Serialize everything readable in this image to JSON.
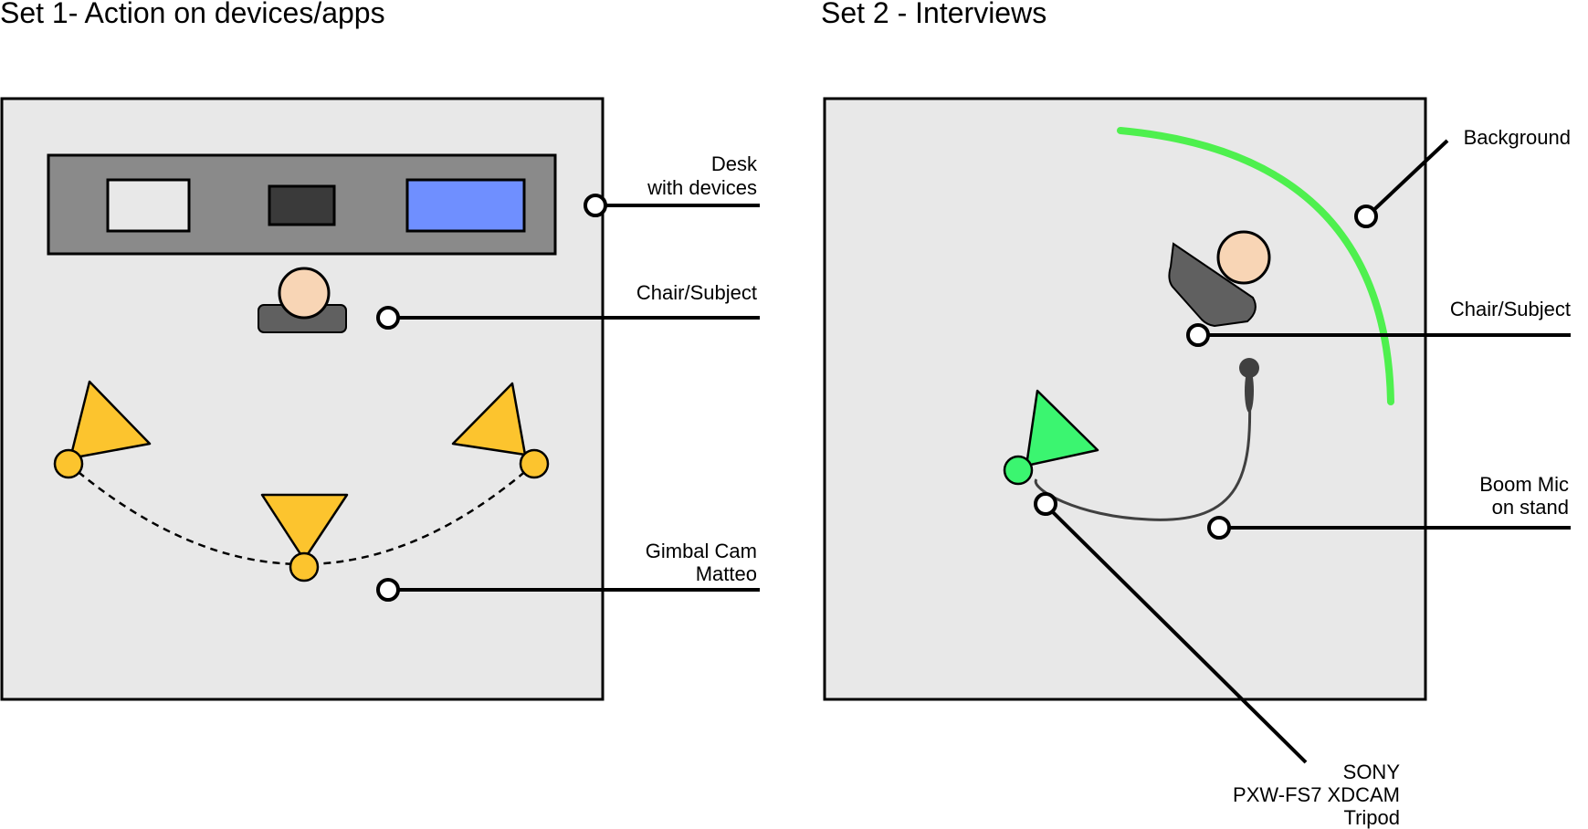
{
  "set1": {
    "title": "Set 1- Action on devices/apps",
    "labels": {
      "desk": [
        "Desk",
        "with devices"
      ],
      "chair": [
        "Chair/Subject"
      ],
      "gimbal": [
        "Gimbal Cam",
        "Matteo"
      ]
    }
  },
  "set2": {
    "title": "Set 2 - Interviews",
    "labels": {
      "background": [
        "Background"
      ],
      "chair": [
        "Chair/Subject"
      ],
      "boom": [
        "Boom Mic",
        "on stand"
      ],
      "camera": [
        "SONY",
        "PXW-FS7 XDCAM",
        "Tripod"
      ]
    }
  },
  "colors": {
    "floor": "#e8e8e8",
    "desk": "#8a8a8a",
    "device_light": "#e8e8e8",
    "device_dark": "#3a3a3a",
    "device_blue": "#6f8fff",
    "head": "#f8d5b5",
    "chair": "#606060",
    "gimbal_cam": "#fcc42e",
    "sony_cam": "#3bf570",
    "background_arc": "#4ef04e"
  },
  "icons": {
    "gimbal_cam": "triangle-camera-icon",
    "sony_cam": "triangle-camera-icon",
    "subject": "person-icon",
    "boom_mic": "microphone-icon",
    "callout": "callout-dot-icon"
  }
}
